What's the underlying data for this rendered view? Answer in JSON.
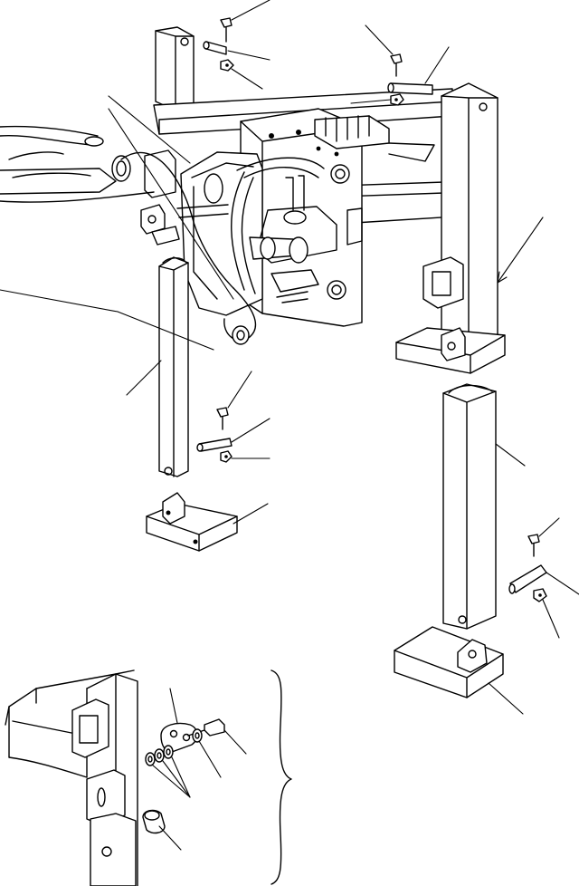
{
  "figure": {
    "kind": "exploded-parts-illustration",
    "colors": {
      "line": "#000000",
      "background": "#ffffff"
    },
    "parts": [
      "mast-frame",
      "hydraulic-cylinder",
      "left-outrigger-leg",
      "right-outrigger-leg",
      "left-outrigger-pad",
      "right-outrigger-pad",
      "top-left-bolt",
      "top-left-pin",
      "top-left-nut",
      "top-right-bolt",
      "top-right-pin",
      "top-right-nut",
      "left-leg-bolt",
      "left-leg-pin",
      "left-leg-nut",
      "right-leg-bolt",
      "right-leg-pin",
      "right-leg-nut",
      "detail-bracket-plate",
      "detail-bolt",
      "detail-lock-washer",
      "detail-washers",
      "detail-bushing"
    ],
    "callout_count": 24,
    "detail_view": {
      "grouped_by": "right-curly-brace"
    }
  }
}
